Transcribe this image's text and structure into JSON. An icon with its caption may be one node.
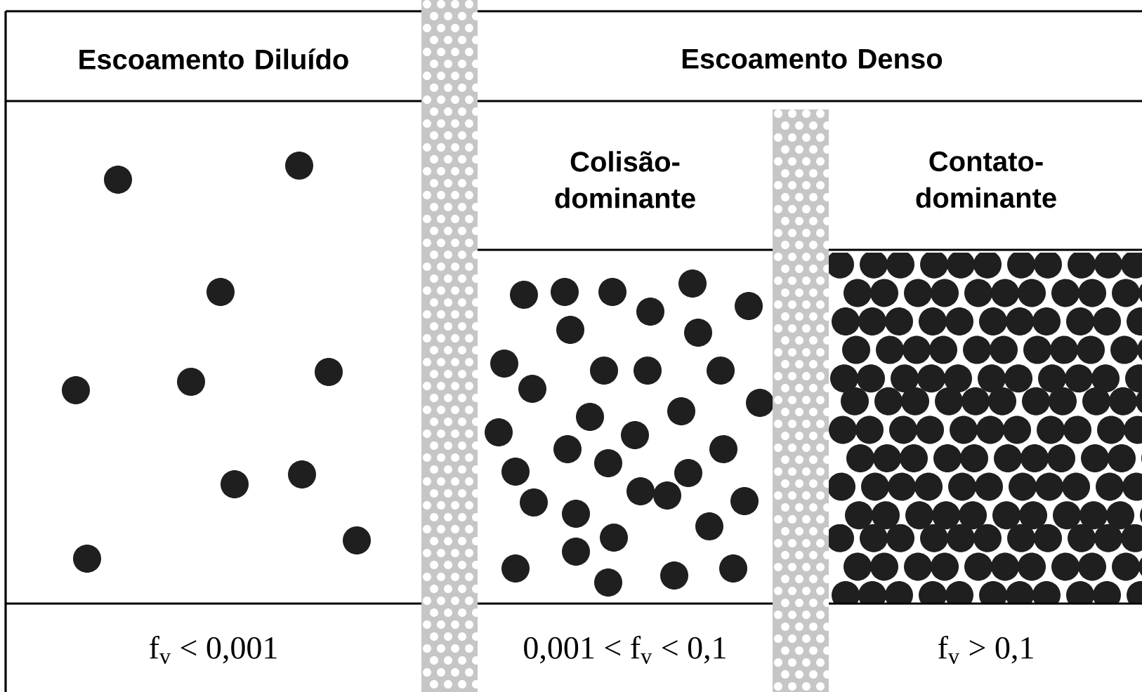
{
  "diagram": {
    "nodes": [
      {
        "text": [
          "Escoamento Diluído",
          "f$_{v}$ < 0,001"
        ]
      },
      {
        "text": [
          "Escoamento Denso"
        ]
      },
      {
        "text": [
          "Colisão-dominante",
          "0,001 < f$_{v}$ < 0,1"
        ],
        "in": 1
      },
      {
        "text": [
          "Contato-dominante",
          "f$_{v}$ > 0,1"
        ],
        "in": 1
      }
    ]
  }
}
